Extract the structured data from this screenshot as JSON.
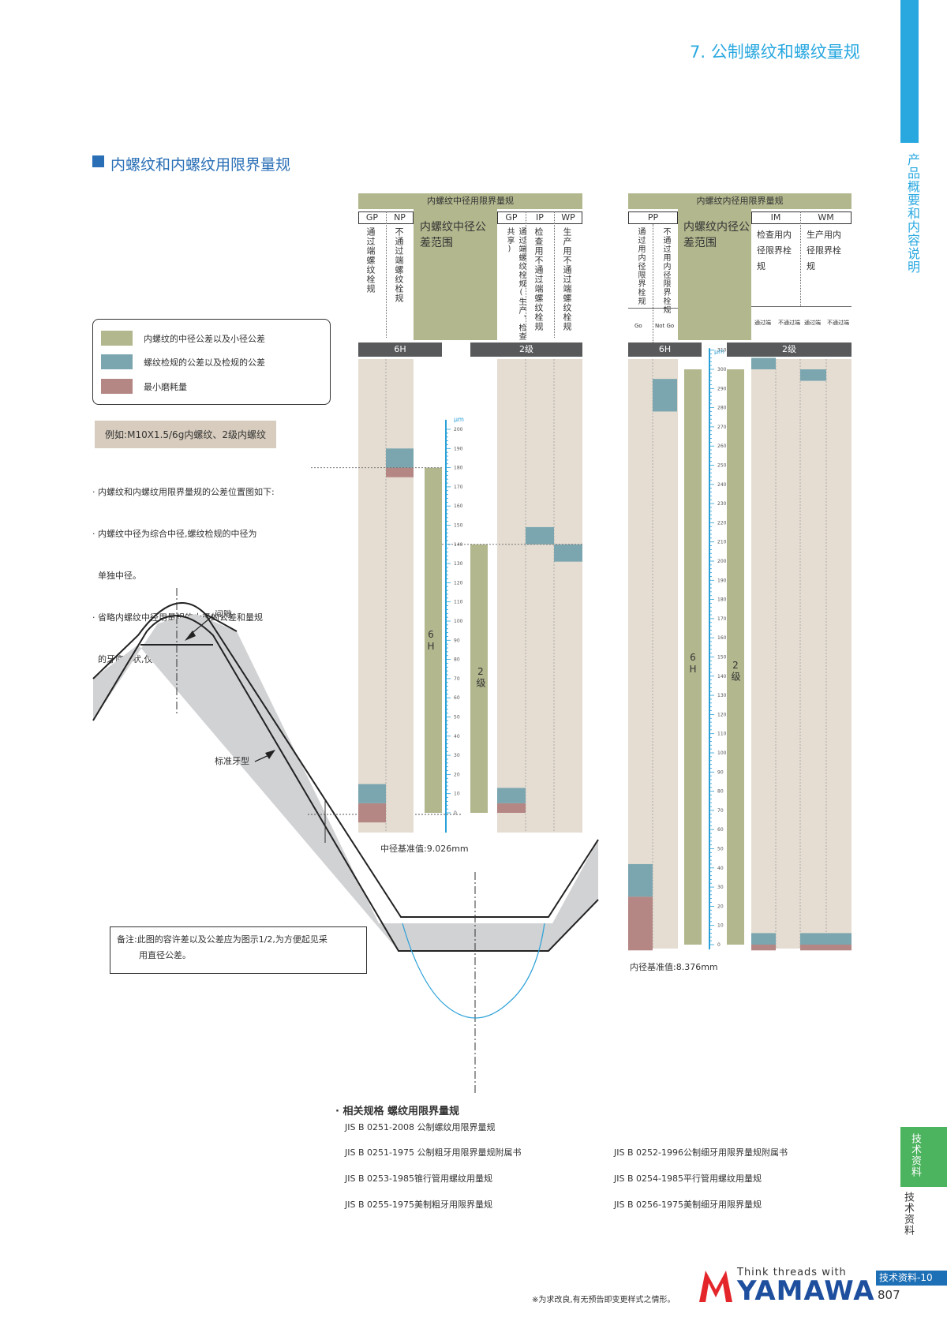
{
  "header": {
    "chapter_num": "7.",
    "chapter_title": "公制螺纹和螺纹量规"
  },
  "side": {
    "top_label": "产品概要和内容说明",
    "tab_label": "技术资料",
    "bottom_label": "技术资料"
  },
  "section": {
    "title": "内螺纹和内螺纹用限界量规"
  },
  "legend": [
    {
      "label": "内螺纹的中径公差以及小径公差",
      "color": "#b2b78e"
    },
    {
      "label": "螺纹检规的公差以及检规的公差",
      "color": "#7ba6b0"
    },
    {
      "label": "最小磨耗量",
      "color": "#b48684"
    }
  ],
  "colors": {
    "beige": "#e5ddd2",
    "green": "#b2b78e",
    "blue": "#7ba6b0",
    "red": "#b48684",
    "dark": "#58595b",
    "accent": "#29a8e0",
    "scale": "#29a0d8"
  },
  "example": {
    "label": "例如:M10X1.5/6g内螺纹、2级内螺纹"
  },
  "notes": [
    "· 内螺纹和内螺纹用限界量规的公差位置图如下:",
    "· 内螺纹中径为综合中径,螺纹检规的中径为",
    "  单独中径。",
    "· 省略内螺纹中径用量规的大径的公差和量规",
    "  的牙底形状,仅标示中径。"
  ],
  "diagram": {
    "gap_label": "间隙",
    "profile_label": "标准牙型"
  },
  "remark": {
    "line1": "备注:此图的容许差以及公差应为图示1/2,为方便起见采",
    "line2": "用直径公差。"
  },
  "chart1": {
    "header": "内螺纹中径用限界量规",
    "gp": "GP",
    "np": "NP",
    "gp_desc": "通过端螺纹栓规",
    "np_desc": "不通过端螺纹栓规",
    "range_label": "内螺纹中径公差范围",
    "gp2": "GP",
    "ip": "IP",
    "wp": "WP",
    "gp2_desc": "通过端螺纹栓规(生产、检查共享)",
    "ip_desc": "检查用不通过端螺纹栓规",
    "wp_desc": "生产用不通过端螺纹栓规",
    "group1": "6H",
    "group2": "2级",
    "bar1": "6H",
    "bar2": "2级",
    "unit": "μm",
    "ticks": [
      0,
      10,
      20,
      30,
      40,
      50,
      60,
      70,
      80,
      90,
      100,
      110,
      120,
      130,
      140,
      150,
      160,
      170,
      180,
      190,
      200
    ],
    "base_label": "中径基准值:9.026mm"
  },
  "chart2": {
    "header": "内螺纹内径用限界量规",
    "pp": "PP",
    "go_desc": "通过用内径限界栓规",
    "notgo_desc": "不通过用内径限界栓规",
    "go": "Go",
    "notgo": "Not Go",
    "range_label": "内螺纹内径公差范围",
    "im": "IM",
    "wm": "WM",
    "im_desc": "检查用内径限界栓规",
    "wm_desc": "生产用内径限界栓规",
    "im_go": "通过端",
    "im_notgo": "不通过端",
    "wm_go": "通过端",
    "wm_notgo": "不通过端",
    "group1": "6H",
    "group2": "2级",
    "bar1": "6H",
    "bar2": "2级",
    "unit": "μm",
    "ticks": [
      0,
      10,
      20,
      30,
      40,
      50,
      60,
      70,
      80,
      90,
      100,
      110,
      120,
      130,
      140,
      150,
      160,
      170,
      180,
      190,
      200,
      210,
      220,
      230,
      240,
      250,
      260,
      270,
      280,
      290,
      300,
      310
    ],
    "base_label": "内径基准值:8.376mm"
  },
  "standards": {
    "title": "· 相关规格  螺纹用限界量规",
    "left": [
      "JIS B 0251-2008 公制螺纹用限界量规",
      "JIS B 0251-1975 公制粗牙用限界量规附属书",
      "JIS B 0253-1985锥行管用螺纹用量规",
      "JIS B 0255-1975美制粗牙用限界量规"
    ],
    "right": [
      "JIS B 0252-1996公制细牙用限界量规附属书",
      "JIS B 0254-1985平行管用螺纹用量规",
      "JIS B 0256-1975美制细牙用限界量规"
    ]
  },
  "footer": {
    "disclaimer": "※为求改良,有无预告即变更样式之情形。",
    "tagline": "Think threads with",
    "brand": "YAMAWA",
    "page_tag": "技术资料-10",
    "page_num": "807"
  }
}
